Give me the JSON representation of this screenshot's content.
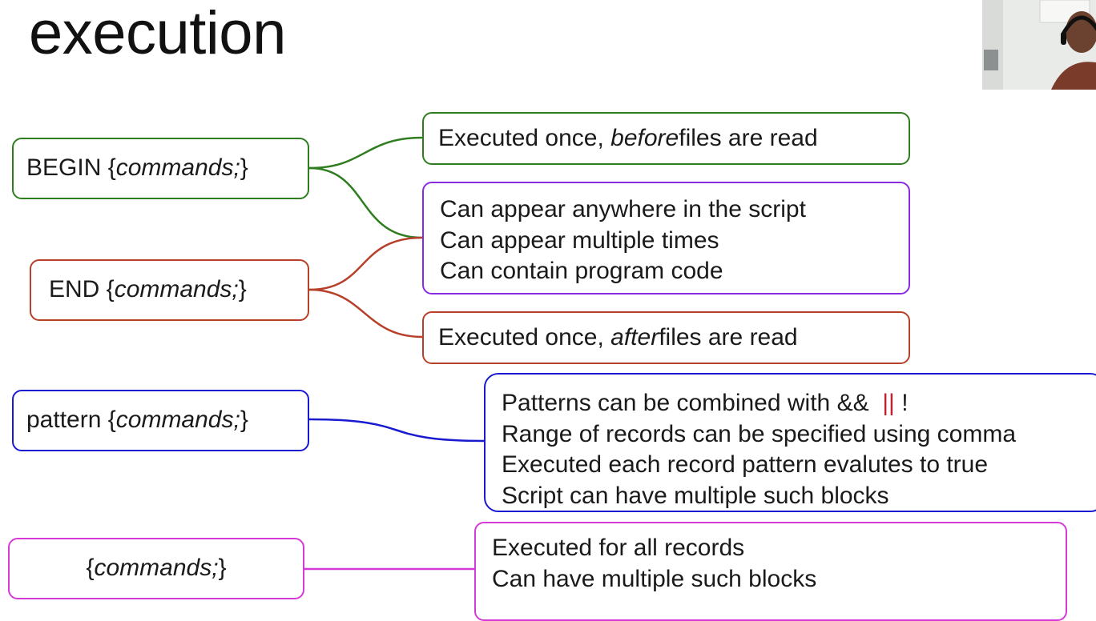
{
  "slide": {
    "title": "execution"
  },
  "colors": {
    "begin": "#2e7d1f",
    "end": "#b6402a",
    "pattern": "#1a1ad0",
    "all": "#d63ad6",
    "common": "#8a2be2",
    "operator_highlight": "#c0222e"
  },
  "nodes": {
    "begin": {
      "keyword": "BEGIN { ",
      "commands": "commands;",
      "close": " }"
    },
    "end": {
      "keyword": "END { ",
      "commands": "commands;",
      "close": " }"
    },
    "pattern": {
      "keyword": "pattern { ",
      "commands": "commands;",
      "close": " }"
    },
    "all": {
      "keyword": "{ ",
      "commands": "commands;",
      "close": " }"
    }
  },
  "notes": {
    "begin": {
      "pre": "Executed once, ",
      "em": "before",
      "post": " files are read"
    },
    "common": {
      "lines": [
        "Can appear anywhere in the script",
        "Can appear multiple times",
        "Can contain program code"
      ]
    },
    "end": {
      "pre": "Executed once, ",
      "em": "after",
      "post": " files are read"
    },
    "pattern": {
      "line1_pre": "Patterns can be combined with && ",
      "line1_hl": "||",
      "line1_post": " !",
      "lines": [
        "Range of records can be specified using comma",
        "Executed each record pattern evalutes to true",
        "Script can have multiple such blocks"
      ]
    },
    "all": {
      "lines": [
        "Executed for all records",
        "Can have multiple such blocks"
      ]
    }
  },
  "webcam": {
    "icon": "presenter-webcam-icon"
  }
}
